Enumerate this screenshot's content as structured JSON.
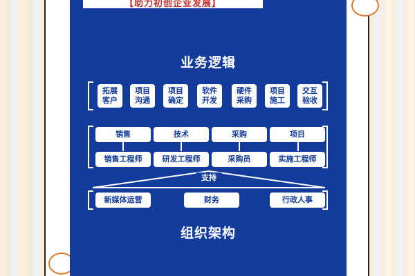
{
  "header": {
    "banner_text": "【助力初创企业发展】"
  },
  "titles": {
    "top": "业务逻辑",
    "bottom": "组织架构"
  },
  "business_items": [
    "拓展\n客户",
    "项目\n沟通",
    "项目\n确定",
    "软件\n开发",
    "硬件\n采购",
    "项目\n施工",
    "交互\n验收"
  ],
  "departments": [
    "销售",
    "技术",
    "采购",
    "项目"
  ],
  "roles": [
    "销售工程师",
    "研发工程师",
    "采购员",
    "实施工程师"
  ],
  "support": {
    "label": "支持",
    "items": [
      "新媒体运营",
      "财务",
      "行政人事"
    ]
  },
  "colors": {
    "panel": "#123b9c",
    "box": "#ffffff",
    "text": "#123b9c",
    "banner_text": "#c0302d"
  }
}
